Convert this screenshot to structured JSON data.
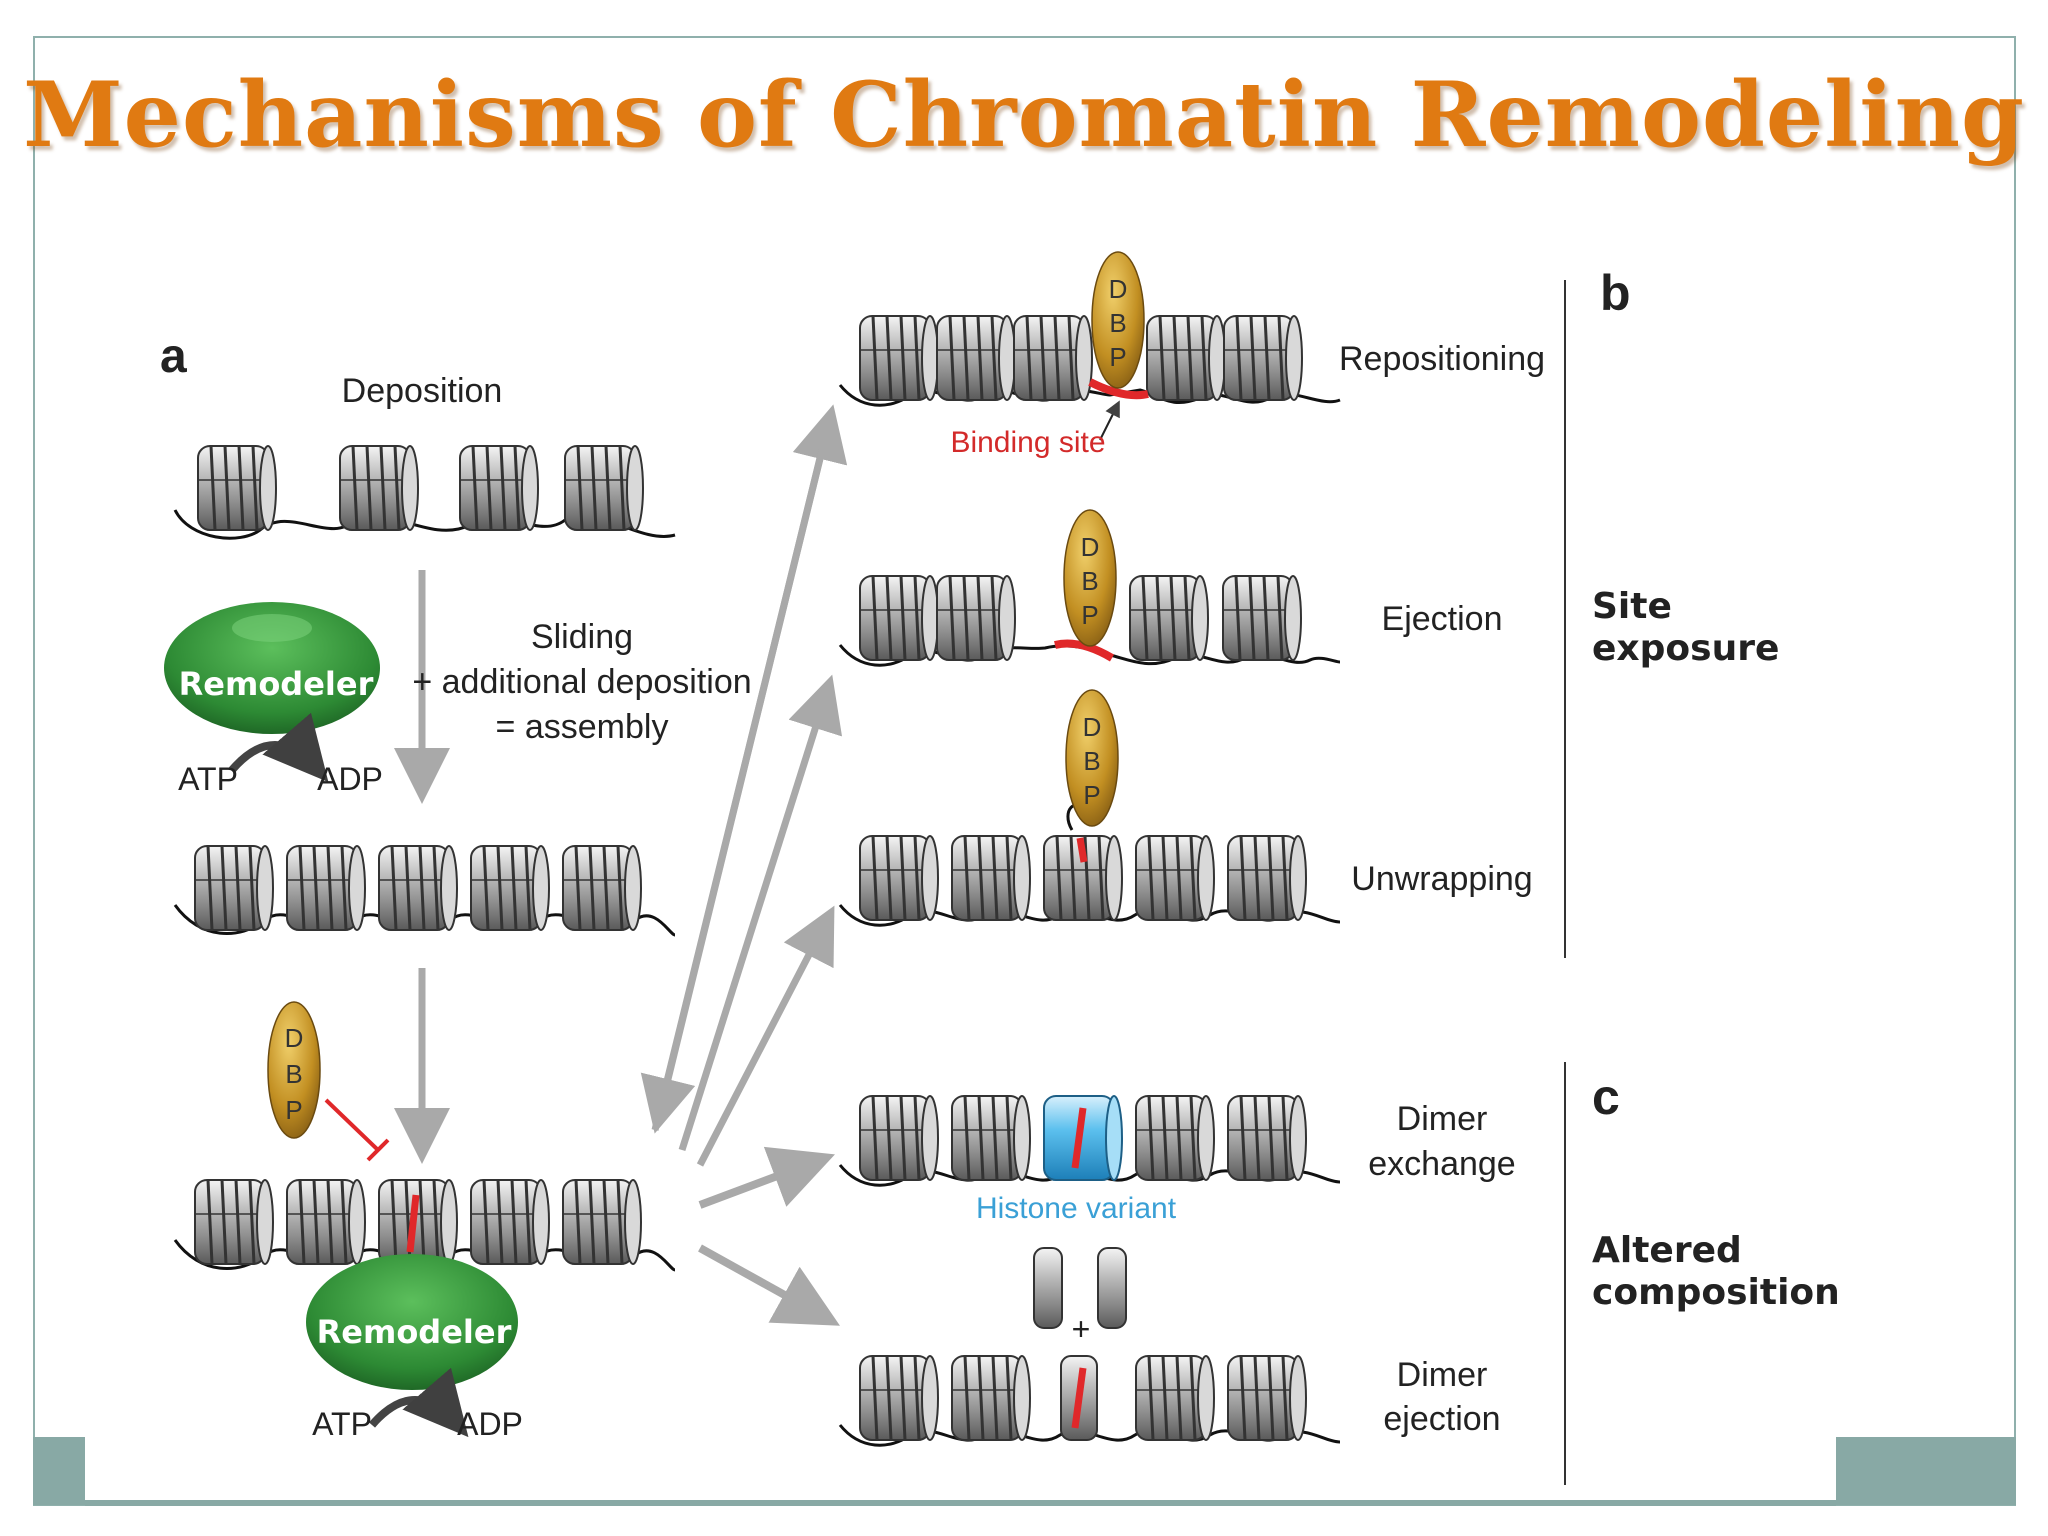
{
  "title": "Mechanisms of Chromatin Remodeling",
  "panels": {
    "a": "a",
    "b": "b",
    "c": "c"
  },
  "panel_a": {
    "deposition": "Deposition",
    "sliding_line1": "Sliding",
    "sliding_line2": "+ additional deposition",
    "sliding_line3": "= assembly",
    "remodeler": "Remodeler",
    "atp": "ATP",
    "adp": "ADP",
    "dbp": [
      "D",
      "B",
      "P"
    ]
  },
  "outcomes": {
    "repositioning": "Repositioning",
    "binding_site": "Binding site",
    "ejection": "Ejection",
    "unwrapping": "Unwrapping",
    "dimer_exchange_line1": "Dimer",
    "dimer_exchange_line2": "exchange",
    "histone_variant": "Histone variant",
    "plus": "+",
    "dimer_ejection_line1": "Dimer",
    "dimer_ejection_line2": "ejection"
  },
  "categories": {
    "site_exposure_line1": "Site",
    "site_exposure_line2": "exposure",
    "altered_composition_line1": "Altered",
    "altered_composition_line2": "composition"
  },
  "colors": {
    "title": "#e07a12",
    "remodeler": "#2f8a35",
    "dbp": "#c08a1c",
    "binding_site": "#e0282a",
    "histone_variant": "#3aa0d6",
    "arrow": "#a9a9a9",
    "frame": "#8fb0ac"
  }
}
